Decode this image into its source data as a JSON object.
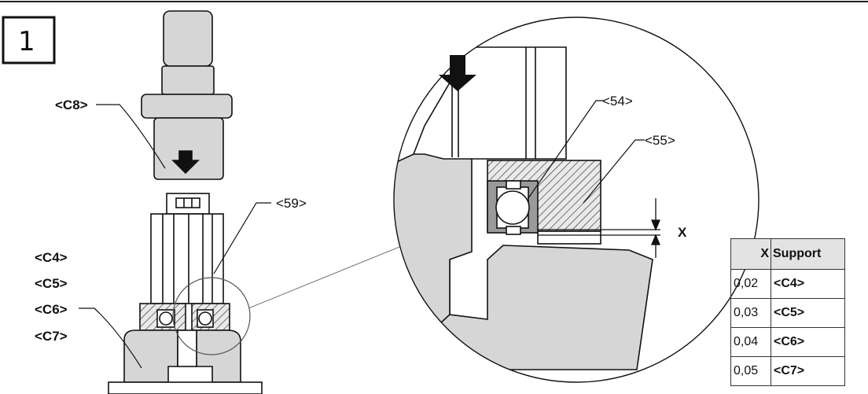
{
  "step_number": "1",
  "labels": {
    "c8": "<C8>",
    "c4": "<C4>",
    "c5": "<C5>",
    "c6": "<C6>",
    "c7": "<C7>",
    "p59": "<59>",
    "p54": "<54>",
    "p55": "<55>",
    "x": "X"
  },
  "table": {
    "headers": [
      "X",
      "Support"
    ],
    "rows": [
      [
        "0,02",
        "<C4>"
      ],
      [
        "0,03",
        "<C5>"
      ],
      [
        "0,04",
        "<C6>"
      ],
      [
        "0,05",
        "<C7>"
      ]
    ]
  },
  "colors": {
    "part_fill": "#d6d6d6",
    "line": "#111111",
    "table_header": "#e3e3e3"
  }
}
